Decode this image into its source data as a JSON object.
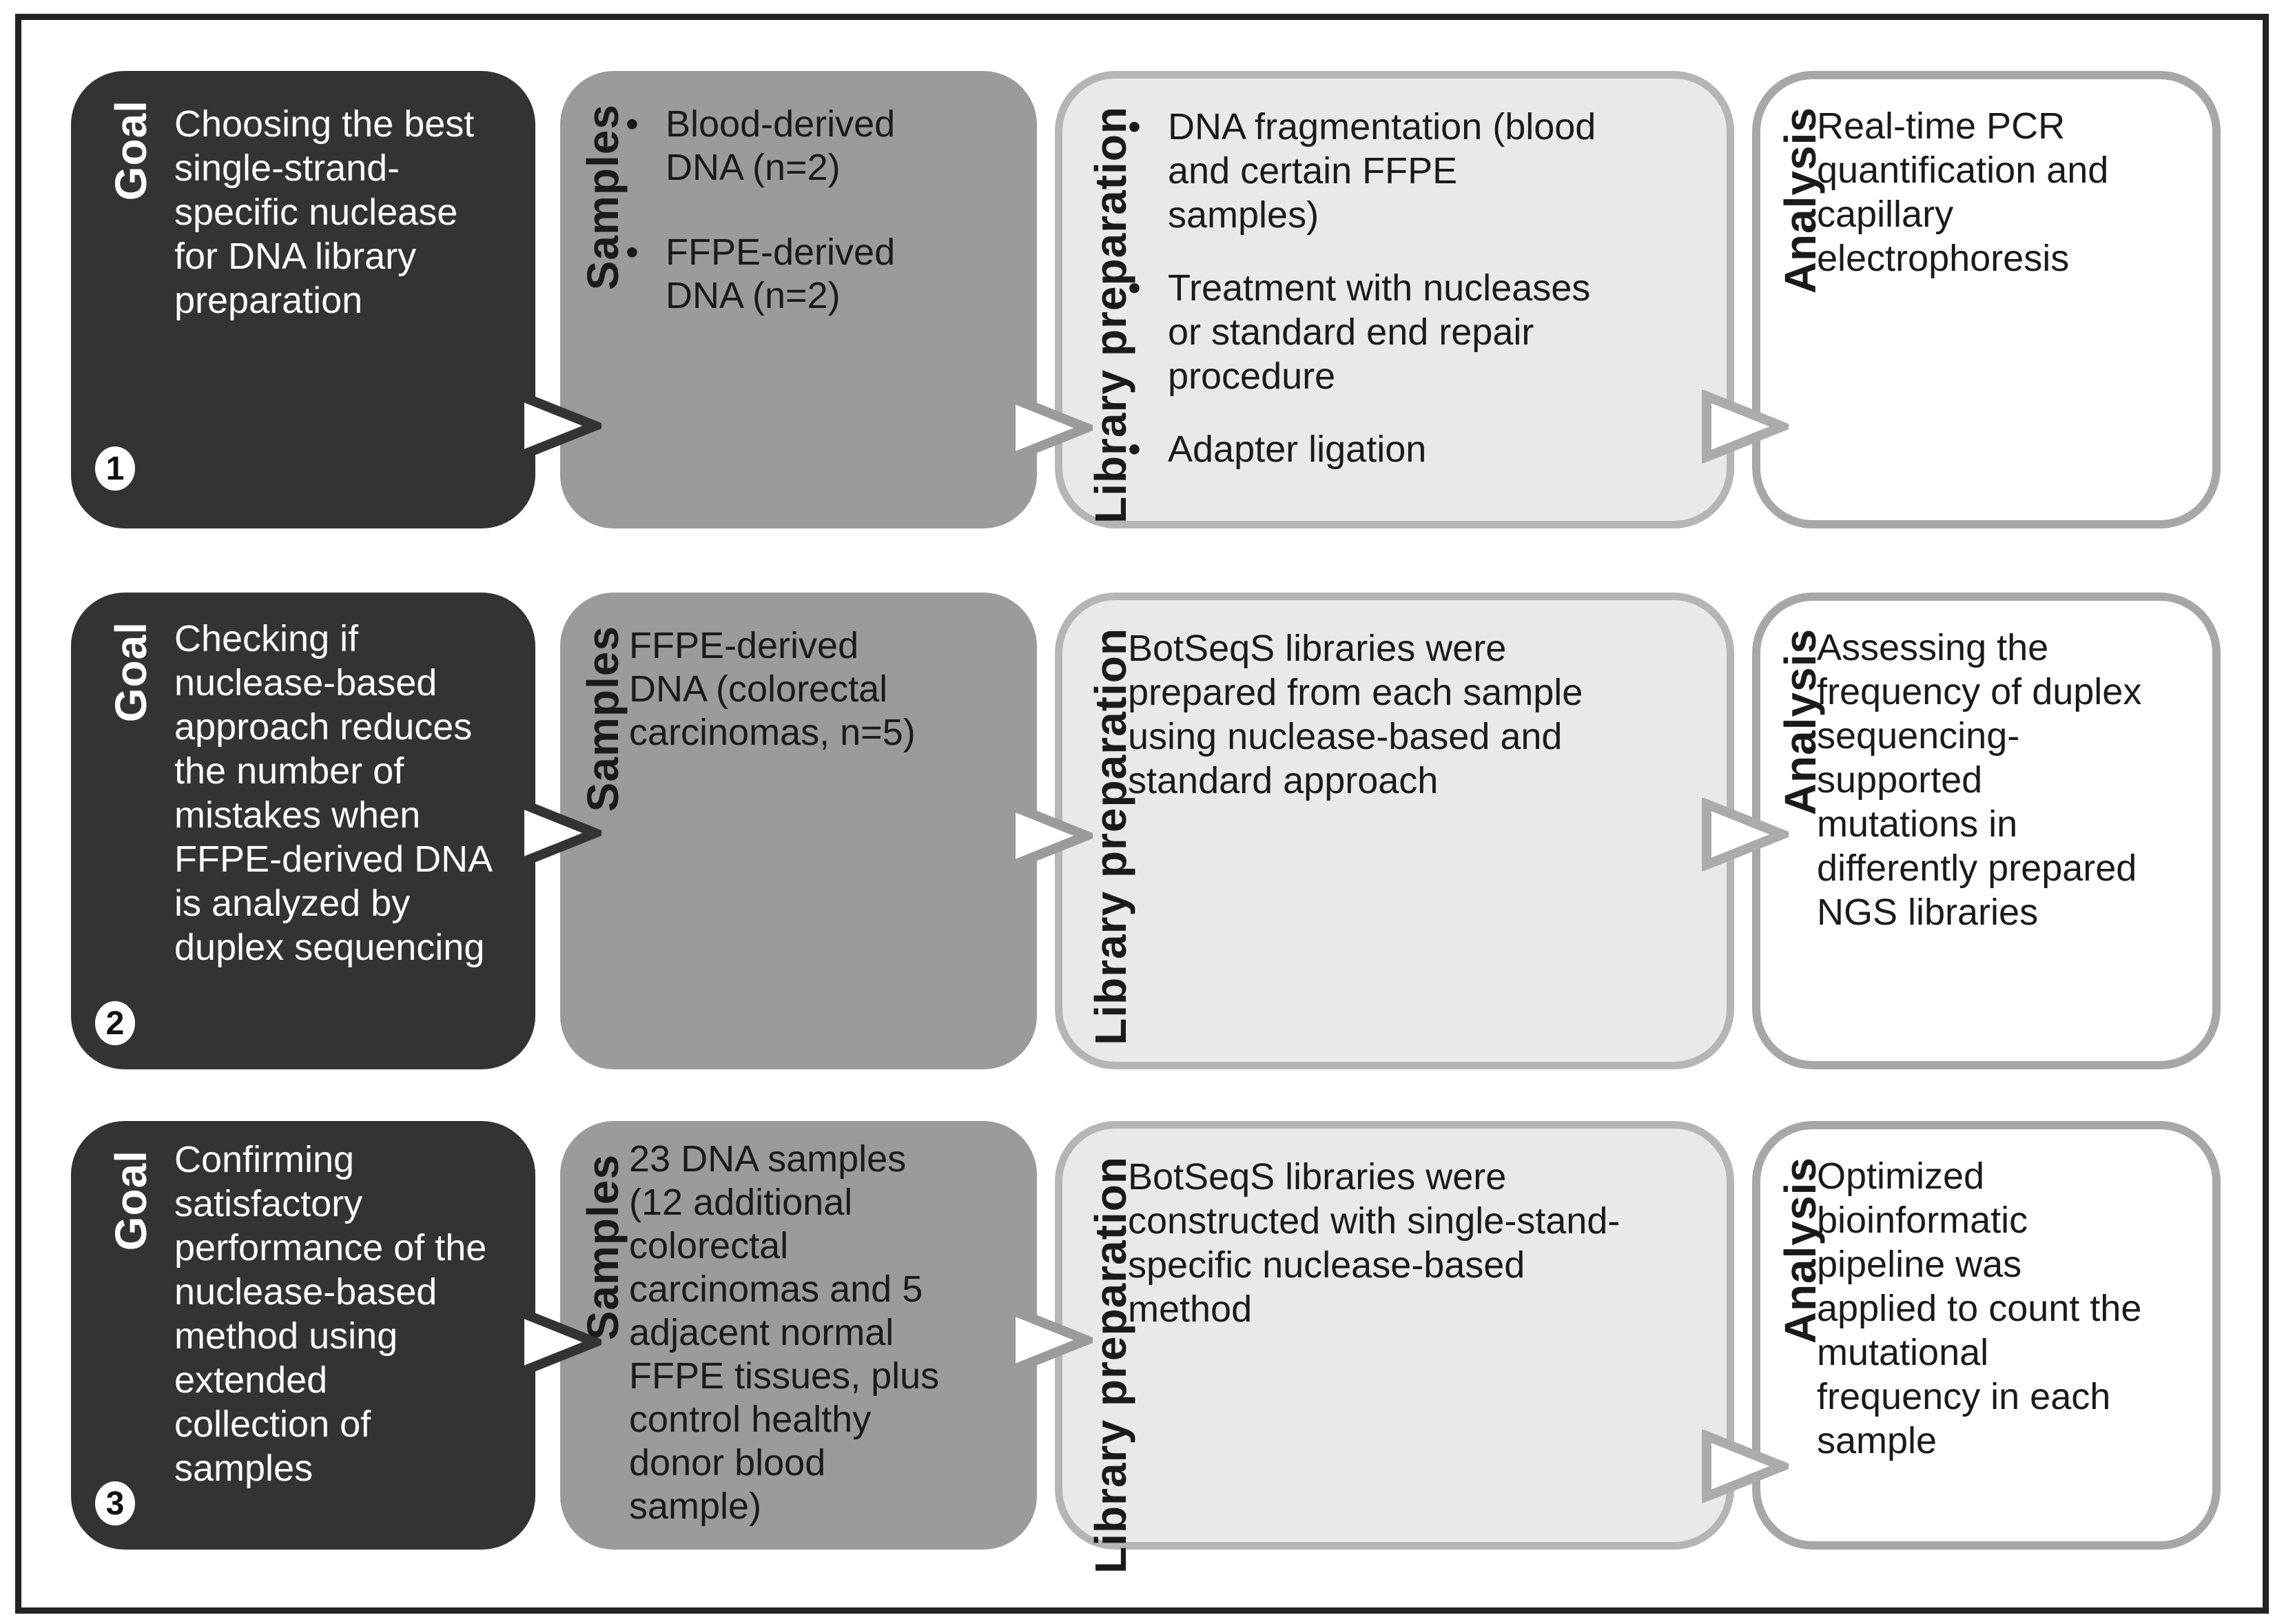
{
  "figure": {
    "column_labels": [
      "Goal",
      "Samples",
      "Library preparation",
      "Analysis"
    ],
    "colors": {
      "goal_box_bg": "#333333",
      "samples_box_bg": "#9b9b9b",
      "library_box_bg": "#e9e9e9",
      "library_box_border": "#b5b5b5",
      "analysis_box_bg": "#ffffff",
      "analysis_box_border": "#a7a7a7",
      "frame_border": "#222222",
      "arrow_dark": "#333333",
      "arrow_gray": "#9b9b9b",
      "arrow_light_gray": "#ababab",
      "arrow_fill": "#ffffff"
    },
    "rows": [
      {
        "number": "1",
        "goal": {
          "label": "Goal",
          "text": "Choosing the best\nsingle-strand-\nspecific nuclease\nfor DNA library\npreparation"
        },
        "samples": {
          "label": "Samples",
          "items": [
            "Blood-derived\nDNA (n=2)",
            "FFPE-derived\nDNA (n=2)"
          ]
        },
        "library": {
          "label": "Library preparation",
          "items": [
            "DNA fragmentation (blood\nand certain FFPE\nsamples)",
            "Treatment with nucleases\nor standard end repair\nprocedure",
            "Adapter ligation"
          ]
        },
        "analysis": {
          "label": "Analysis",
          "text": "Real-time PCR\nquantification and\ncapillary\nelectrophoresis"
        }
      },
      {
        "number": "2",
        "goal": {
          "label": "Goal",
          "text": "Checking if\nnuclease-based\napproach reduces\nthe number of\nmistakes when\nFFPE-derived DNA\nis analyzed by\nduplex sequencing"
        },
        "samples": {
          "label": "Samples",
          "text": "FFPE-derived\nDNA (colorectal\ncarcinomas, n=5)"
        },
        "library": {
          "label": "Library preparation",
          "text": "BotSeqS libraries were\nprepared from each sample\nusing nuclease-based and\nstandard approach"
        },
        "analysis": {
          "label": "Analysis",
          "text": "Assessing the\nfrequency of duplex\nsequencing-\nsupported\nmutations in\ndifferently prepared\nNGS libraries"
        }
      },
      {
        "number": "3",
        "goal": {
          "label": "Goal",
          "text": "Confirming\nsatisfactory\nperformance of the\nnuclease-based\nmethod using\nextended\ncollection of\nsamples"
        },
        "samples": {
          "label": "Samples",
          "text": "23 DNA samples\n(12 additional\ncolorectal\ncarcinomas and 5\nadjacent normal\nFFPE tissues, plus\ncontrol healthy\ndonor blood\nsample)"
        },
        "library": {
          "label": "Library preparation",
          "text": "BotSeqS libraries were\nconstructed with single-stand-\nspecific nuclease-based\nmethod"
        },
        "analysis": {
          "label": "Analysis",
          "text": "Optimized\nbioinformatic\npipeline was\napplied to count the\nmutational\nfrequency in each\nsample"
        }
      }
    ]
  }
}
